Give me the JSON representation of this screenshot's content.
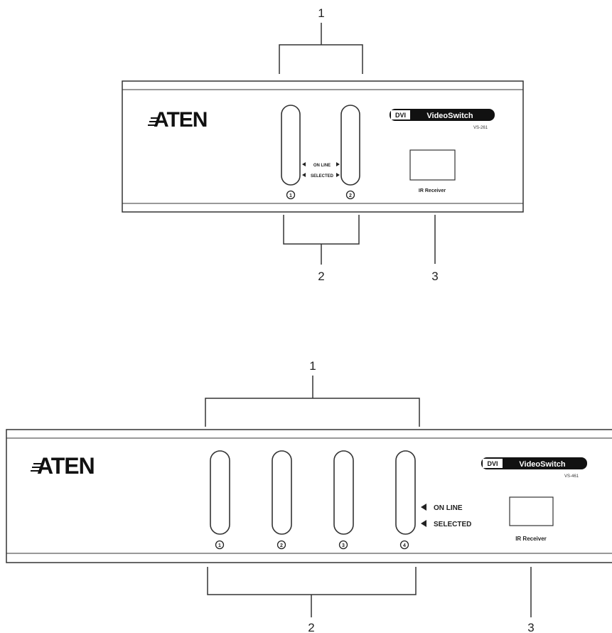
{
  "top_unit": {
    "callouts": [
      "1",
      "2",
      "3"
    ],
    "brand": "ATEN",
    "product_badge": "DVI",
    "product_name": "VideoSwitch",
    "model": "VS-261",
    "online_label": "ON LINE",
    "selected_label": "SELECTED",
    "ir_label": "IR Receiver",
    "ports": [
      "1",
      "2"
    ]
  },
  "bottom_unit": {
    "callouts": [
      "1",
      "2",
      "3"
    ],
    "brand": "ATEN",
    "product_badge": "DVI",
    "product_name": "VideoSwitch",
    "model": "VS-461",
    "online_label": "ON LINE",
    "selected_label": "SELECTED",
    "ir_label": "IR Receiver",
    "ports": [
      "1",
      "2",
      "3",
      "4"
    ]
  }
}
